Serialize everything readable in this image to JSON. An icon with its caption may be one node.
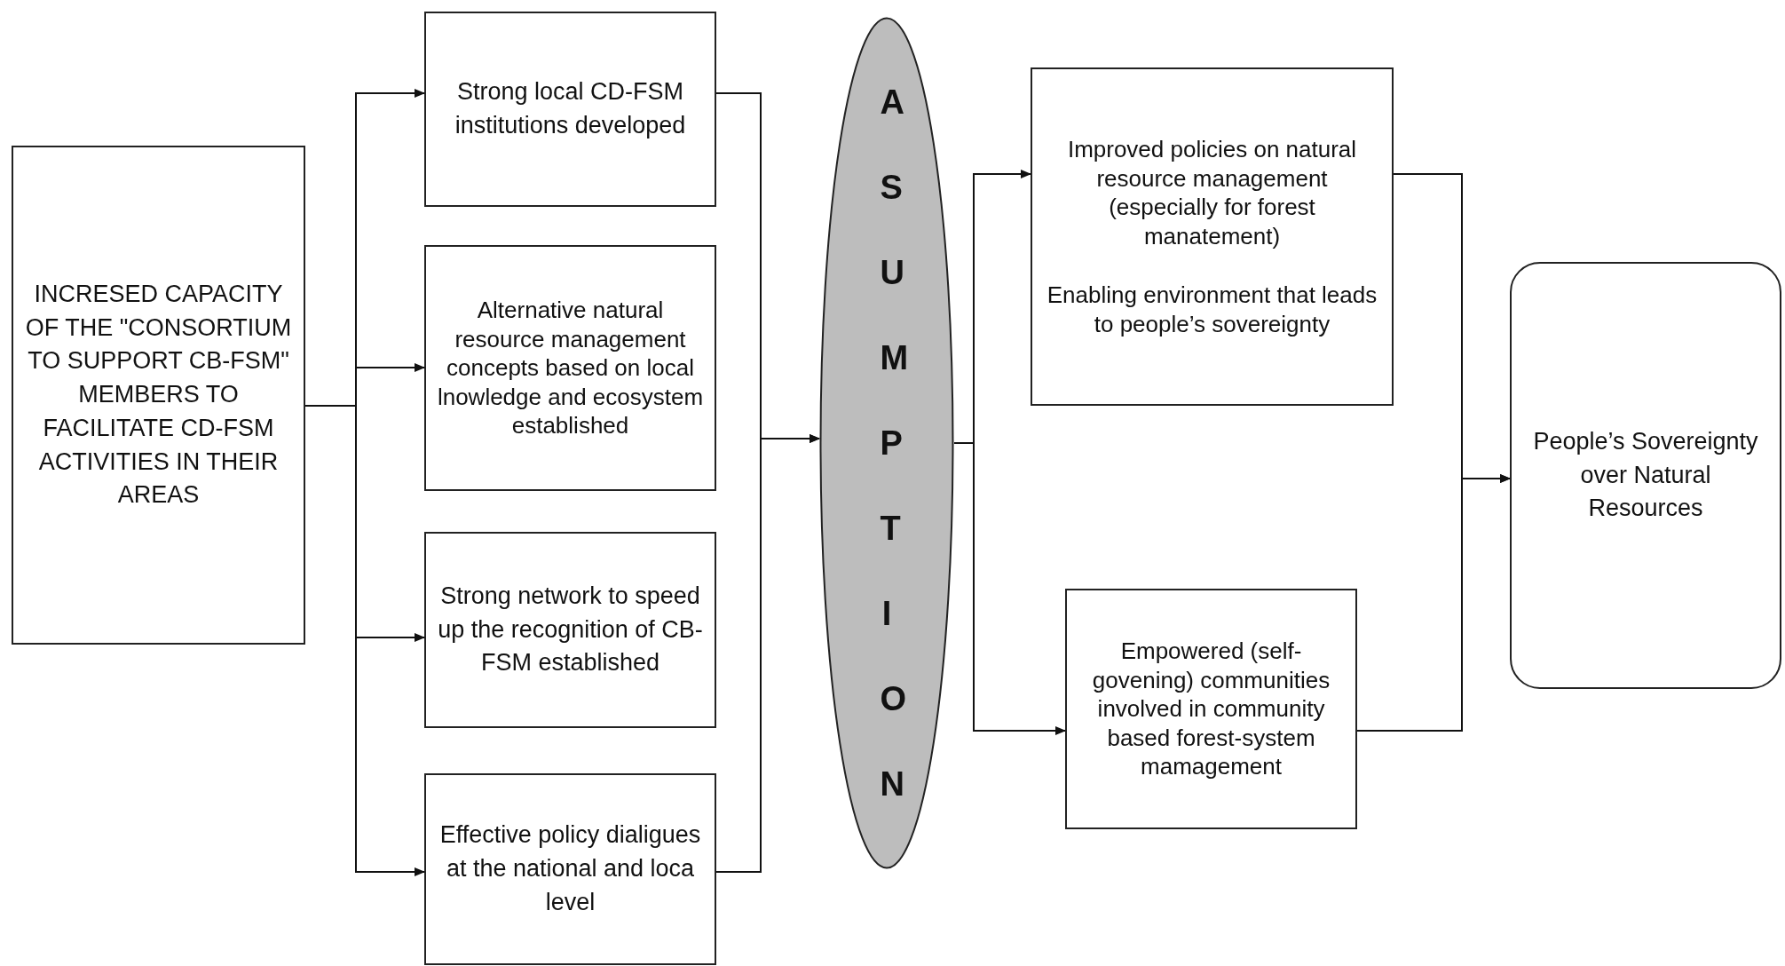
{
  "diagram": {
    "nodes": [
      {
        "text": [
          "INCRESED CAPACITY OF THE \"CONSORTIUM TO SUPPORT CB-FSM\" MEMBERS TO FACILITATE CD-FSM ACTIVITIES IN THEIR AREAS"
        ]
      },
      {
        "text": [
          "Strong local CD-FSM institutions developed"
        ]
      },
      {
        "text": [
          "Alternative natural resource management concepts based on local lnowledge and ecosystem established"
        ]
      },
      {
        "text": [
          "Strong network to speed up the recognition of CB-FSM established"
        ]
      },
      {
        "text": [
          "Effective policy dialigues at the national and loca level"
        ]
      },
      {
        "text": [
          "ASUMPTION"
        ]
      },
      {
        "text": [
          "Improved policies on natural resource management (especially for forest manatement)",
          "Enabling environment that leads to people’s sovereignty"
        ]
      },
      {
        "text": [
          "Empowered (self-govening) communities involved in community based forest-system mamagement"
        ]
      },
      {
        "text": [
          "People’s Sovereignty over Natural Resources"
        ]
      }
    ],
    "edges": [
      {
        "from": 0,
        "to": 1,
        "arrow": "to"
      },
      {
        "from": 0,
        "to": 2,
        "arrow": "to"
      },
      {
        "from": 0,
        "to": 3,
        "arrow": "to"
      },
      {
        "from": 0,
        "to": 4,
        "arrow": "to"
      },
      {
        "from": 1,
        "to": 5,
        "arrow": "to"
      },
      {
        "from": 4,
        "to": 5,
        "arrow": "to"
      },
      {
        "from": 5,
        "to": 6,
        "arrow": "to"
      },
      {
        "from": 5,
        "to": 7,
        "arrow": "to"
      },
      {
        "from": 6,
        "to": 8,
        "arrow": "to"
      },
      {
        "from": 7,
        "to": 8,
        "arrow": "to"
      }
    ]
  }
}
